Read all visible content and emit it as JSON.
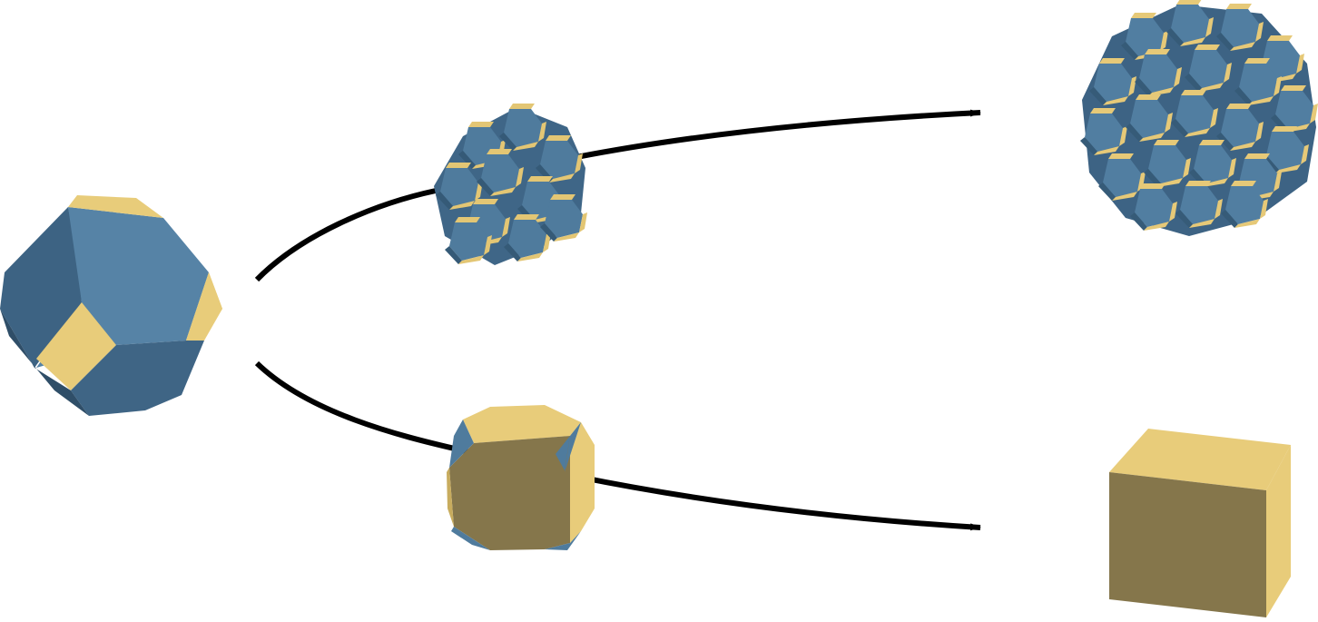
{
  "diagram": {
    "nodes": [
      {
        "id": "truncated-octahedron",
        "shape": "truncated-octahedron",
        "role": "start"
      },
      {
        "id": "cluster-small",
        "shape": "truncated-octahedron-cluster",
        "role": "intermediate-upper"
      },
      {
        "id": "cluster-large",
        "shape": "truncated-octahedron-cluster",
        "role": "final-upper"
      },
      {
        "id": "truncated-cube",
        "shape": "truncated-cube",
        "role": "intermediate-lower"
      },
      {
        "id": "cube",
        "shape": "cube",
        "role": "final-lower"
      }
    ],
    "paths": [
      {
        "name": "upper-path",
        "from": "truncated-octahedron",
        "via": "cluster-small",
        "to": "cluster-large"
      },
      {
        "name": "lower-path",
        "from": "truncated-octahedron",
        "via": "truncated-cube",
        "to": "cube"
      }
    ]
  },
  "colors": {
    "hex_face": "#5683a6",
    "hex_face_dark": "#3e6483",
    "hex_face_shadow": "#2f4e68",
    "square_face": "#e8cc7a",
    "square_face_dark": "#c8ac5e",
    "olive_face": "#85764b",
    "arrow": "#000000",
    "background": "#ffffff"
  }
}
